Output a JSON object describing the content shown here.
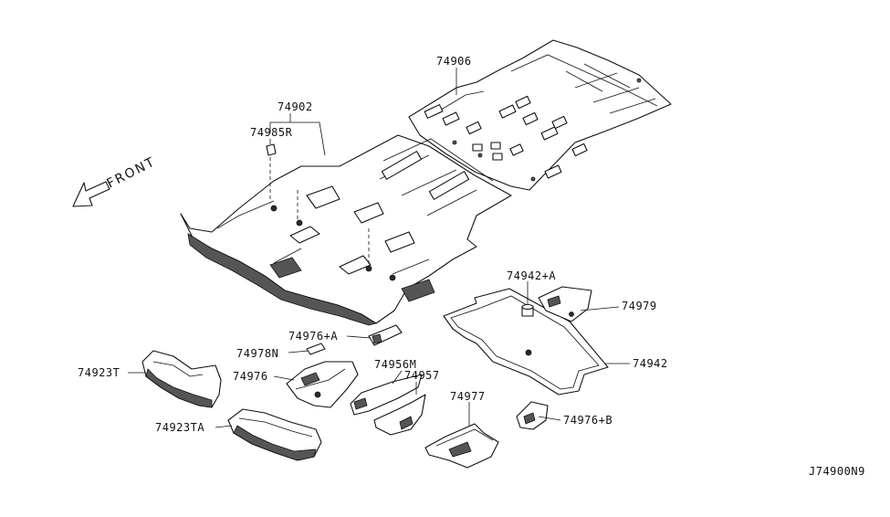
{
  "diagram_id": "J74900N9",
  "direction_label": "FRONT",
  "parts": {
    "p74906": "74906",
    "p74902": "74902",
    "p74985R": "74985R",
    "p74942A": "74942+A",
    "p74979": "74979",
    "p74942": "74942",
    "p74976A": "74976+A",
    "p74978N": "74978N",
    "p74976": "74976",
    "p74923T": "74923T",
    "p74956M": "74956M",
    "p74957": "74957",
    "p74977": "74977",
    "p74976B": "74976+B",
    "p74923TA": "74923TA"
  },
  "colors": {
    "line": "#111111",
    "background": "#ffffff",
    "shade": "#555555"
  }
}
